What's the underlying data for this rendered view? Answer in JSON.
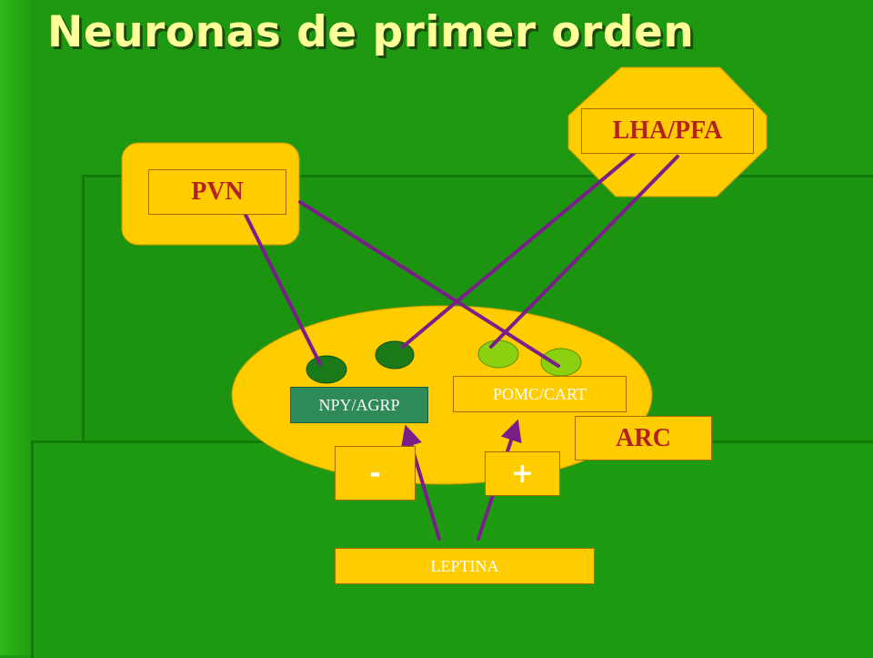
{
  "slide": {
    "title": "Neuronas de primer orden"
  },
  "nodes": {
    "pvn": "PVN",
    "lha_pfa": "LHA/PFA",
    "arc": "ARC",
    "npy_agrp": "NPY/AGRP",
    "pomc_cart": "POMC/CART",
    "leptina": "LEPTINA",
    "minus_sign": "-",
    "plus_sign": "+"
  },
  "colors": {
    "background": "#1e9a10",
    "title": "#ffff99",
    "region_fill": "#ffcc00",
    "label_red": "#b22222",
    "connection": "#7a1f8a",
    "npy_neuron": "#1a7a1a",
    "pomc_neuron": "#8cd10f",
    "npy_label_fill": "#2e8b57"
  }
}
